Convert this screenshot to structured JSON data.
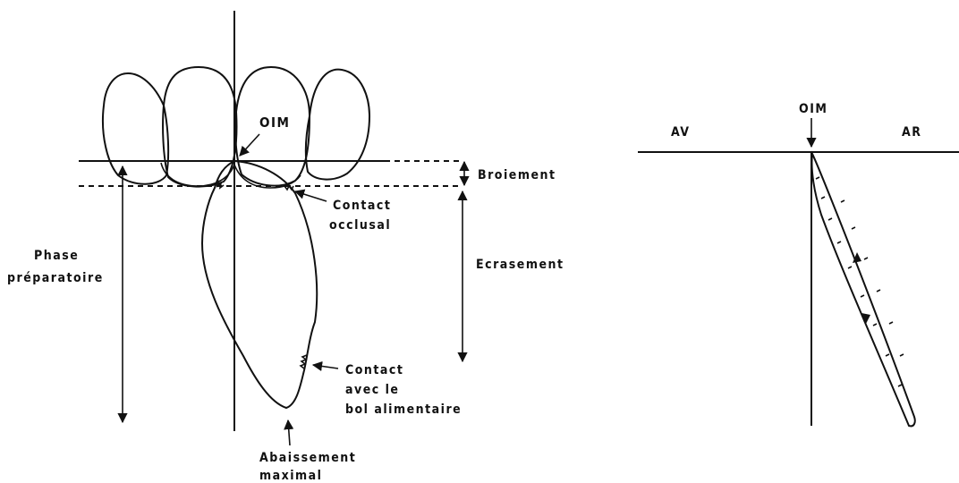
{
  "left_diagram": {
    "oim": "OIM",
    "broiement": "Broiement",
    "contact_occlusal": [
      "Contact",
      "occlusal"
    ],
    "ecrasement": "Ecrasement",
    "phase_preparatoire": [
      "Phase",
      "préparatoire"
    ],
    "contact_bol": [
      "Contact",
      "avec le",
      "bol alimentaire"
    ],
    "abaissement": [
      "Abaissement",
      "maximal"
    ]
  },
  "right_diagram": {
    "av": "AV",
    "oim": "OIM",
    "ar": "AR"
  }
}
